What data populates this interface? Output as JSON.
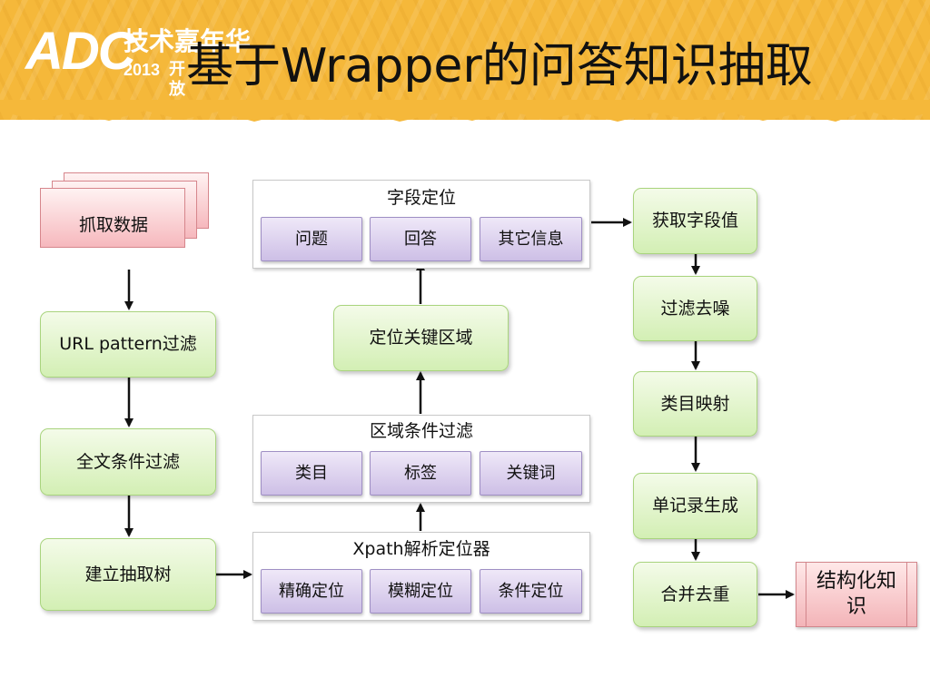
{
  "header": {
    "logo_text": "ADC",
    "logo_cn": "技术嘉年华",
    "logo_year": "2013",
    "logo_sub": "开放",
    "title": "基于Wrapper的问答知识抽取"
  },
  "left_column": {
    "source": "抓取数据",
    "step1": "URL pattern过滤",
    "step2": "全文条件过滤",
    "step3": "建立抽取树"
  },
  "middle_column": {
    "xpath_panel": {
      "label": "Xpath解析定位器",
      "items": [
        "精确定位",
        "模糊定位",
        "条件定位"
      ]
    },
    "region_panel": {
      "label": "区域条件过滤",
      "items": [
        "类目",
        "标签",
        "关键词"
      ]
    },
    "locate_key": "定位关键区域",
    "field_panel": {
      "label": "字段定位",
      "items": [
        "问题",
        "回答",
        "其它信息"
      ]
    }
  },
  "right_column": {
    "get_field": "获取字段值",
    "denoise": "过滤去噪",
    "category_map": "类目映射",
    "single_record": "单记录生成",
    "merge_dedup": "合并去重"
  },
  "output": {
    "label": "结构化知识"
  }
}
